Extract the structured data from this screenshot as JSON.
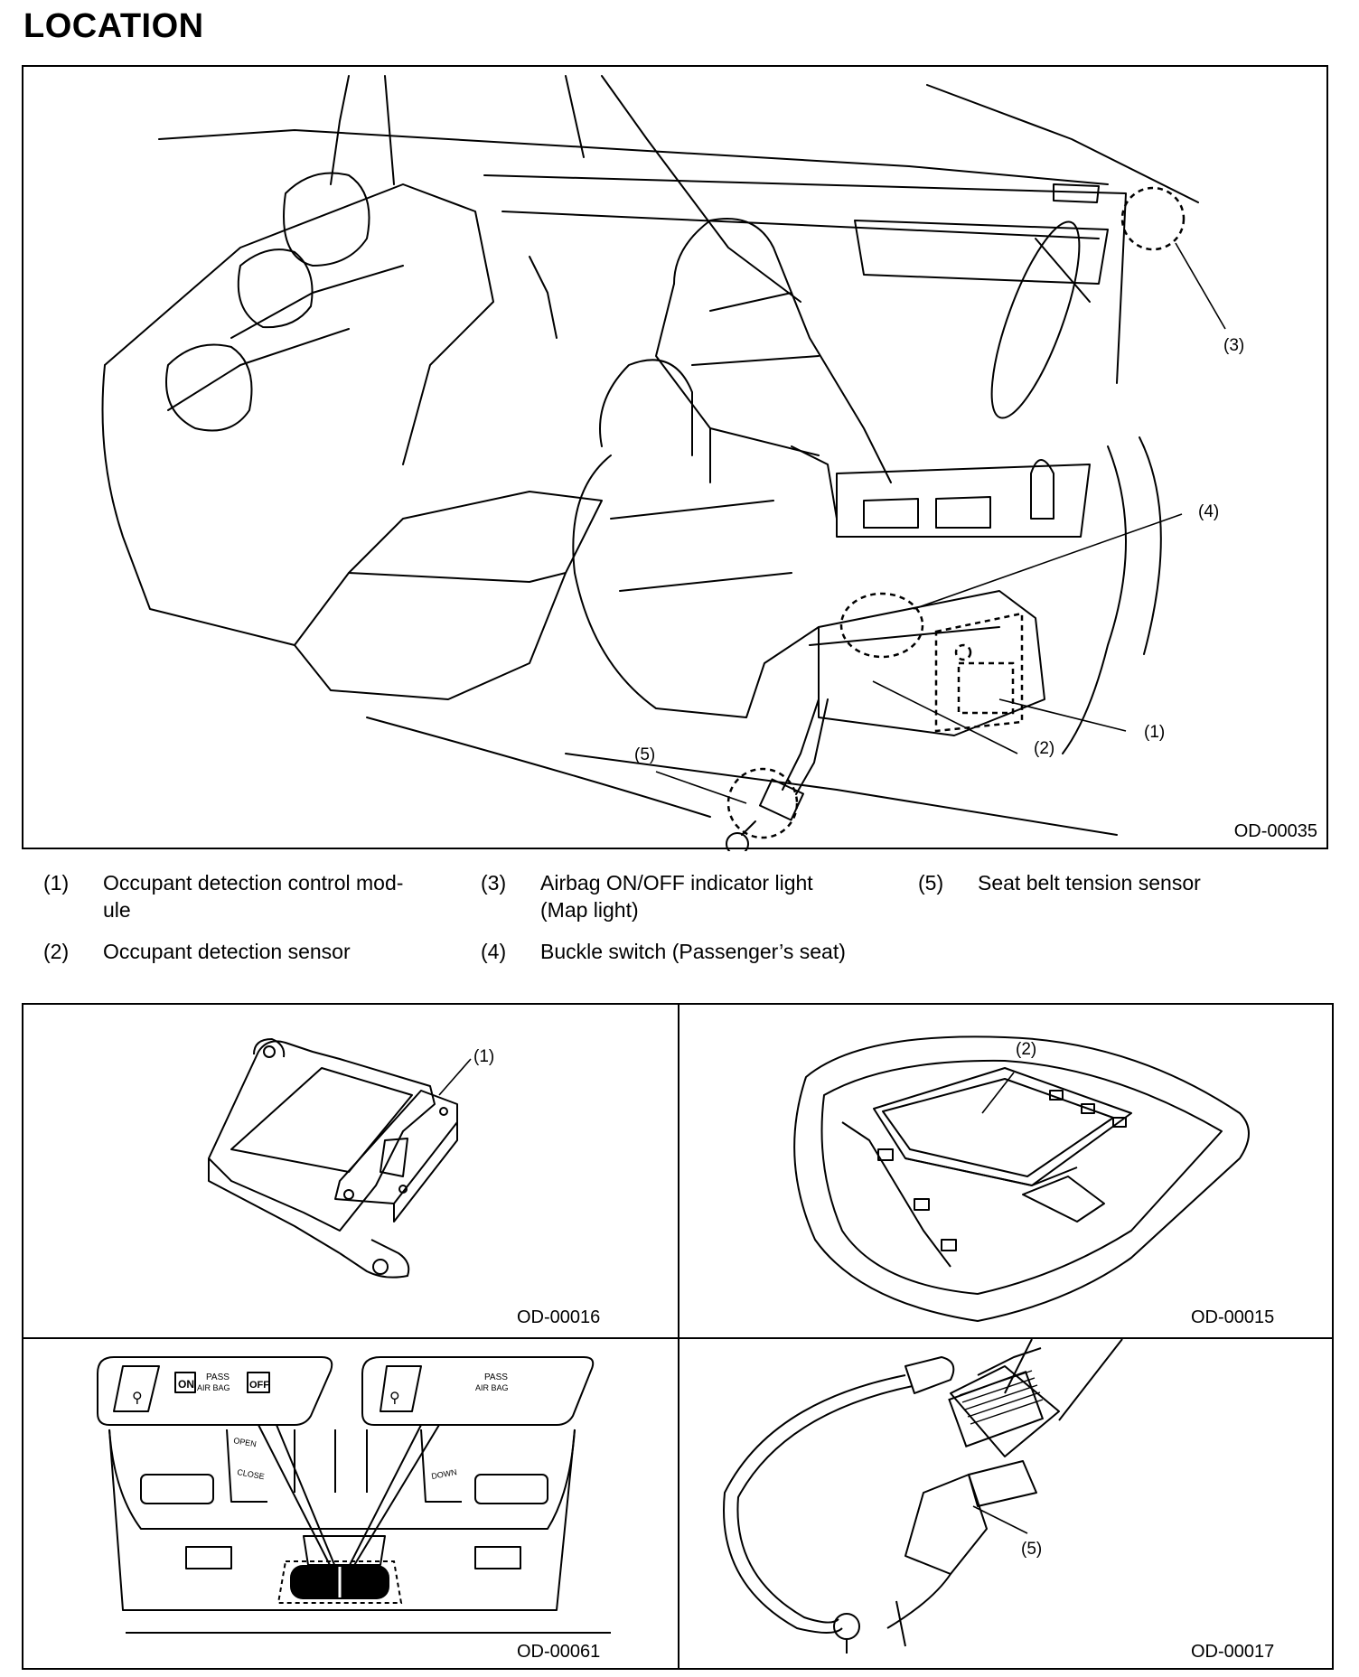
{
  "page": {
    "title": "LOCATION"
  },
  "main_figure": {
    "code": "OD-00035",
    "callouts": [
      "(1)",
      "(2)",
      "(3)",
      "(4)",
      "(5)"
    ]
  },
  "legend": [
    {
      "num": "(1)",
      "text": "Occupant detection control mod-\nule"
    },
    {
      "num": "(2)",
      "text": "Occupant detection sensor"
    },
    {
      "num": "(3)",
      "text": "Airbag ON/OFF indicator light\n(Map light)"
    },
    {
      "num": "(4)",
      "text": "Buckle switch (Passenger’s seat)"
    },
    {
      "num": "(5)",
      "text": "Seat belt tension sensor"
    }
  ],
  "detail_figures": [
    {
      "code": "OD-00016",
      "callout": "(1)"
    },
    {
      "code": "OD-00015",
      "callout": "(2)"
    },
    {
      "code": "OD-00061",
      "panel_left": {
        "pass_label": "PASS",
        "airbag_label": "AIR BAG",
        "on_label": "ON",
        "off_label": "OFF"
      },
      "panel_right": {
        "pass_label": "PASS",
        "airbag_label": "AIR BAG"
      },
      "switch_labels": {
        "open": "OPEN",
        "close": "CLOSE",
        "down": "DOWN"
      }
    },
    {
      "code": "OD-00017",
      "callout": "(5)"
    }
  ]
}
